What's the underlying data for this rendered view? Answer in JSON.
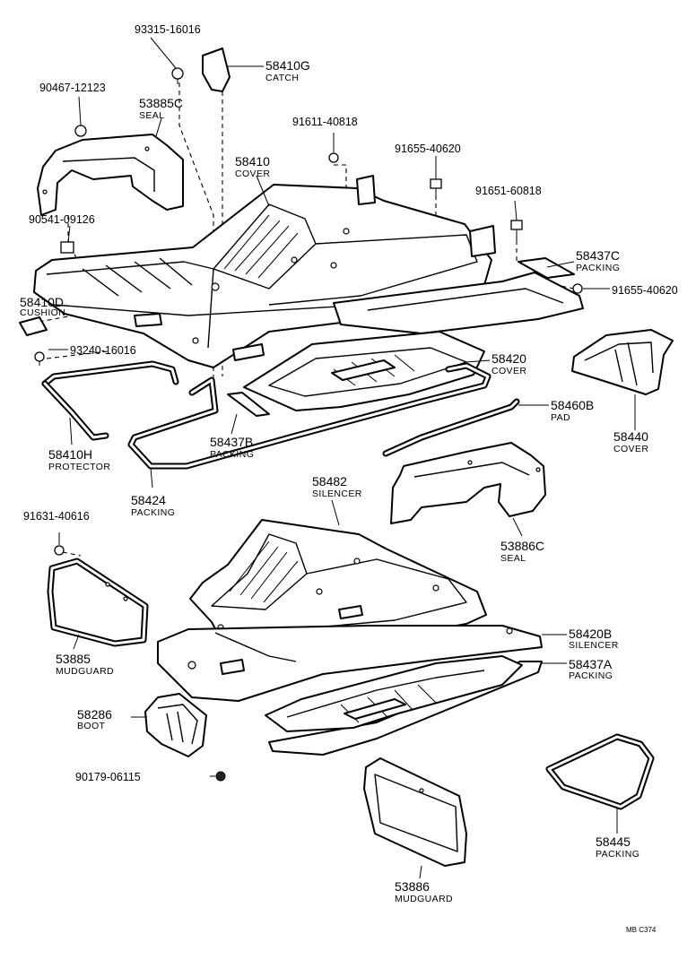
{
  "parts": {
    "p93315": {
      "number": "93315-16016",
      "name": ""
    },
    "p58410G": {
      "number": "58410G",
      "name": "CATCH"
    },
    "p90467": {
      "number": "90467-12123",
      "name": ""
    },
    "p53885C": {
      "number": "53885C",
      "name": "SEAL"
    },
    "p91611": {
      "number": "91611-40818",
      "name": ""
    },
    "p91655a": {
      "number": "91655-40620",
      "name": ""
    },
    "p58410": {
      "number": "58410",
      "name": "COVER"
    },
    "p91651": {
      "number": "91651-60818",
      "name": ""
    },
    "p90541": {
      "number": "90541-09126",
      "name": ""
    },
    "p58437C": {
      "number": "58437C",
      "name": "PACKING"
    },
    "p91655b": {
      "number": "91655-40620",
      "name": ""
    },
    "p58410D": {
      "number": "58410D",
      "name": "CUSHION"
    },
    "p93240": {
      "number": "93240-16016",
      "name": ""
    },
    "p58420": {
      "number": "58420",
      "name": "COVER"
    },
    "p58460B": {
      "number": "58460B",
      "name": "PAD"
    },
    "p58440": {
      "number": "58440",
      "name": "COVER"
    },
    "p58410H": {
      "number": "58410H",
      "name": "PROTECTOR"
    },
    "p58437B": {
      "number": "58437B",
      "name": "PACKING"
    },
    "p58424": {
      "number": "58424",
      "name": "PACKING"
    },
    "p58482": {
      "number": "58482",
      "name": "SILENCER"
    },
    "p53886C": {
      "number": "53886C",
      "name": "SEAL"
    },
    "p91631": {
      "number": "91631-40616",
      "name": ""
    },
    "p58420B": {
      "number": "58420B",
      "name": "SILENCER"
    },
    "p58437A": {
      "number": "58437A",
      "name": "PACKING"
    },
    "p53885": {
      "number": "53885",
      "name": "MUDGUARD"
    },
    "p58286": {
      "number": "58286",
      "name": "BOOT"
    },
    "p90179": {
      "number": "90179-06115",
      "name": ""
    },
    "p58445": {
      "number": "58445",
      "name": "PACKING"
    },
    "p53886": {
      "number": "53886",
      "name": "MUDGUARD"
    }
  },
  "footer": {
    "code": "MB  C374"
  }
}
